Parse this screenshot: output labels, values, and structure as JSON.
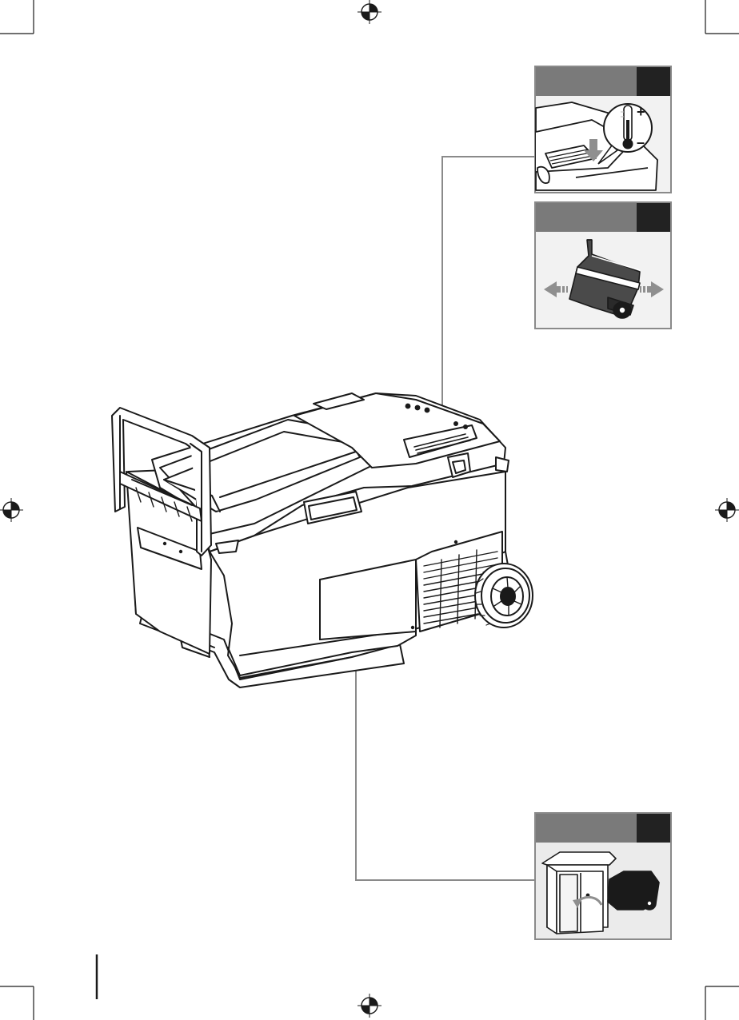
{
  "colors": {
    "ink": "#1a1a1a",
    "line_gray": "#8a8a8a",
    "panel_header_gray": "#7a7a7a",
    "panel_header_dark": "#222222",
    "panel_bg_light": "#f2f2f2",
    "panel_bg_gray": "#ebebeb",
    "arrow_gray": "#8f8f8f"
  },
  "icons": {
    "registration_mark": "registration-mark-icon",
    "thermometer": "thermometer-icon",
    "move_arrows": "left-right-arrows-icon",
    "storage": "cabinet-storage-icon"
  },
  "thermo_panel": {
    "plus": "+",
    "minus": "–"
  },
  "panels": [
    {
      "id": "temperature-panel",
      "label": ""
    },
    {
      "id": "transport-panel",
      "label": ""
    },
    {
      "id": "storage-panel",
      "label": ""
    }
  ]
}
